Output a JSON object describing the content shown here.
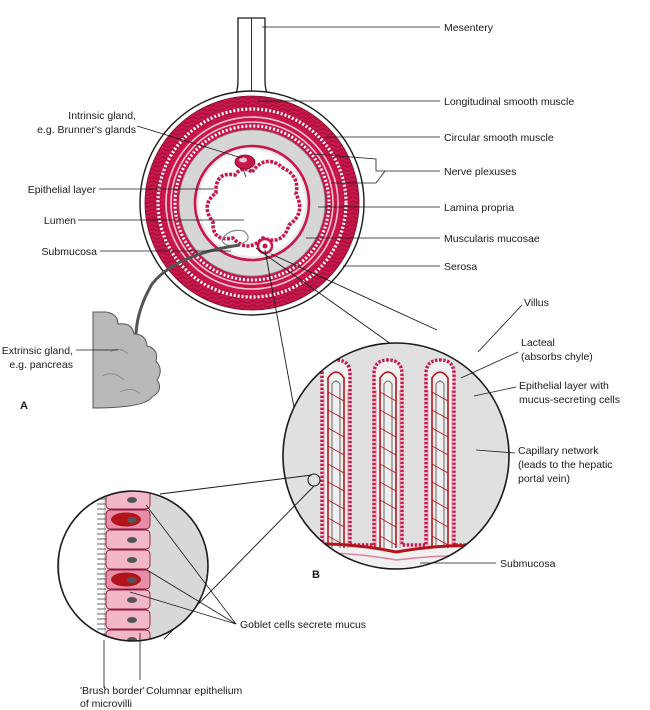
{
  "panels": {
    "a": "A",
    "b": "B"
  },
  "labels": {
    "mesentery": "Mesentery",
    "longitudinal_muscle": "Longitudinal smooth muscle",
    "circular_muscle": "Circular smooth muscle",
    "nerve_plexuses": "Nerve plexuses",
    "lamina_propria": "Lamina propria",
    "muscularis_mucosae": "Muscularis mucosae",
    "serosa": "Serosa",
    "intrinsic_gland_1": "Intrinsic gland,",
    "intrinsic_gland_2": "e.g. Brunner's glands",
    "epithelial_layer": "Epithelial layer",
    "lumen": "Lumen",
    "submucosa": "Submucosa",
    "extrinsic_gland_1": "Extrinsic gland,",
    "extrinsic_gland_2": "e.g. pancreas",
    "villus": "Villus",
    "lacteal_1": "Lacteal",
    "lacteal_2": "(absorbs chyle)",
    "epithelial_mucus_1": "Epithelial layer with",
    "epithelial_mucus_2": "mucus-secreting cells",
    "capillary_1": "Capillary network",
    "capillary_2": "(leads to the hepatic",
    "capillary_3": "portal vein)",
    "submucosa_b": "Submucosa",
    "goblet": "Goblet cells secrete mucus",
    "brush_1": "'Brush border'",
    "brush_2": "of microvilli",
    "columnar": "Columnar epithelium"
  },
  "colors": {
    "muscle": "#c8174a",
    "muscle_dark": "#9b0f35",
    "pink_light": "#f4c6d3",
    "tissue_grey": "#d4d4d4",
    "gland_grey": "#b9b9b9",
    "capillary_red": "#b3141c",
    "lacteal_grey": "#7a7a7a"
  }
}
